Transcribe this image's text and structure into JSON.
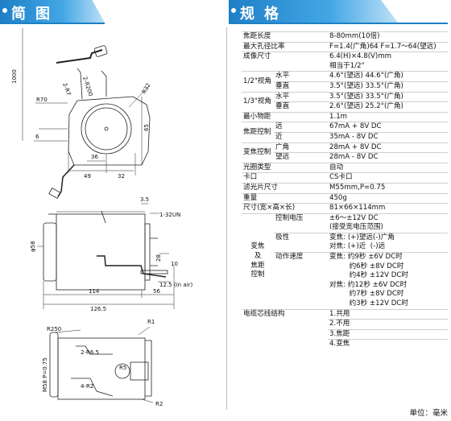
{
  "left_title": "简图",
  "right_title": "规格",
  "dims": {
    "d1000": "1000",
    "r200": "2-R200",
    "r7": "2-R7",
    "r32": "R32",
    "r70": "R70",
    "d6": "6",
    "d65": "65",
    "d36": "36",
    "d49": "49",
    "d32": "32",
    "d35": "3.5",
    "d132un": "1-32UN",
    "d58": "φ58",
    "d28": "28",
    "d10": "10",
    "d125": "12.5",
    "inair": "(in air)",
    "d114": "114",
    "d56": "56",
    "d1265": "126.5",
    "r250": "R250",
    "r1": "R1",
    "r65": "2-R6.5",
    "r5": "R5",
    "m58": "M58 P=0.75",
    "r2a": "4-R2",
    "r2b": "R2"
  },
  "specs": {
    "focal": [
      "焦距长度",
      "8-80mm(10倍)"
    ],
    "aperture": [
      "最大孔径比率",
      "F=1.4(广角)64 F=1.7～64(望远)"
    ],
    "imgsize": [
      "成像尺寸",
      "6.4(H)×4.8(V)mm"
    ],
    "imgsize2": "相当于1/2\"",
    "v12": "1/2\"视角",
    "v13": "1/3\"视角",
    "horiz": "水平",
    "vert": "垂直",
    "v12h": "4.6°(望远) 44.6°(广角)",
    "v12v": "3.5°(望远) 33.5°(广角)",
    "v13h": "3.5°(望远) 33.5°(广角)",
    "v13v": "2.6°(望远) 25.2°(广角)",
    "mod": [
      "最小物距",
      "1.1m"
    ],
    "focus_ctrl": "焦距控制",
    "far": "远",
    "near": "近",
    "focus_far": "67mA + 8V DC",
    "focus_near": "35mA - 8V DC",
    "zoom_ctrl": "变焦控制",
    "wide": "广角",
    "tele": "望远",
    "zoom_wide": "28mA + 8V DC",
    "zoom_tele": "28mA - 8V DC",
    "iris": [
      "光圈类型",
      "自动"
    ],
    "mount": [
      "卡口",
      "CS卡口"
    ],
    "filter": [
      "滤光片尺寸",
      "M55mm,P=0.75"
    ],
    "weight": [
      "重量",
      "450g"
    ],
    "dimension": [
      "尺寸(宽×高×长)",
      "81×66×114mm"
    ],
    "zf_group": "变焦\n及\n焦距\n控制",
    "ctrl_v": "控制电压",
    "ctrl_v_val": "±6～±12V DC\n(接受宽电压范围)",
    "polarity": "极性",
    "polarity_val": "变焦: (+)望远(-)广角\n对焦: (+)近  (-)远",
    "speed": "动作速度",
    "speed_val": "变焦: 约9秒 ±6V DC时\n         约6秒 ±8V DC时\n         约4秒 ±12V DC时\n对焦: 约12秒 ±6V DC时\n         约7秒 ±8V DC时\n         约3秒 ±12V DC时",
    "cable": "电缆芯线结构",
    "cable_items": [
      "1.共用",
      "2.不用",
      "3.焦距",
      "4.变焦"
    ]
  },
  "unit": "单位：毫米"
}
